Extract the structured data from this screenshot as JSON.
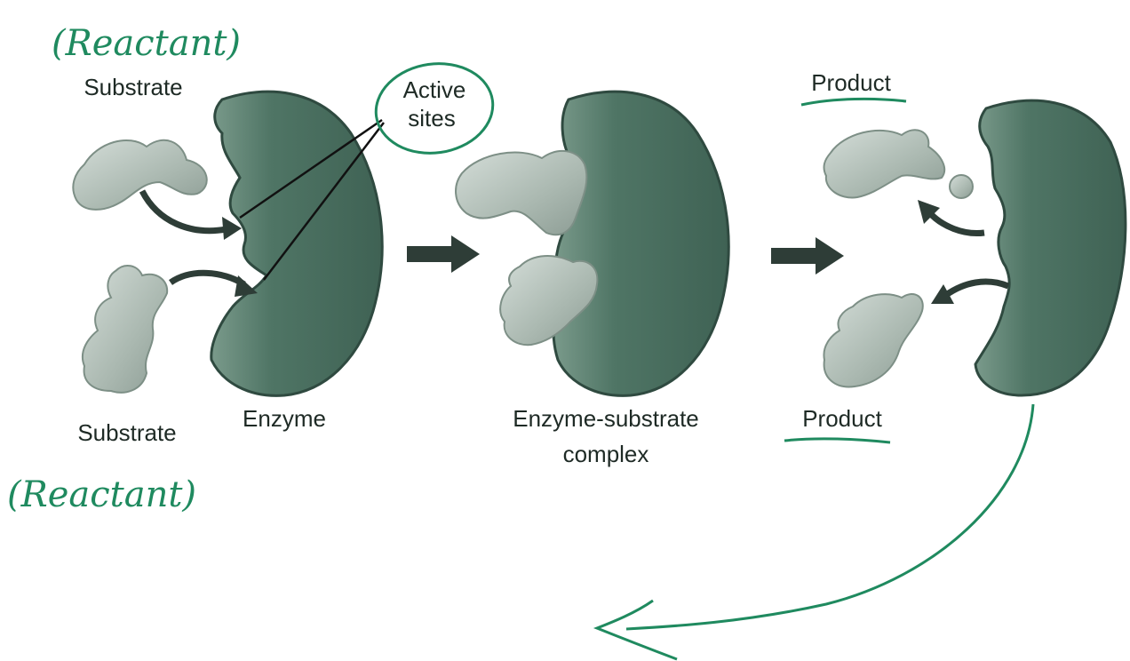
{
  "colors": {
    "enzyme": "#4f7565",
    "enzyme_shadow": "#2f4a40",
    "substrate": "#aab8b0",
    "substrate_shadow": "#7d8f86",
    "arrow": "#2e3d37",
    "annotation": "#1f8a5f",
    "label": "#1e2a25"
  },
  "labels": {
    "substrate_top": "Substrate",
    "substrate_bottom": "Substrate",
    "enzyme": "Enzyme",
    "active_sites": [
      "Active",
      "sites"
    ],
    "complex": [
      "Enzyme-substrate",
      "complex"
    ],
    "product_top": "Product",
    "product_bottom": "Product"
  },
  "annotations": {
    "reactant_top": "(Reactant)",
    "reactant_bottom": "(Reactant)"
  },
  "icons": [
    "right-arrow-icon",
    "curved-arrow-icon"
  ]
}
